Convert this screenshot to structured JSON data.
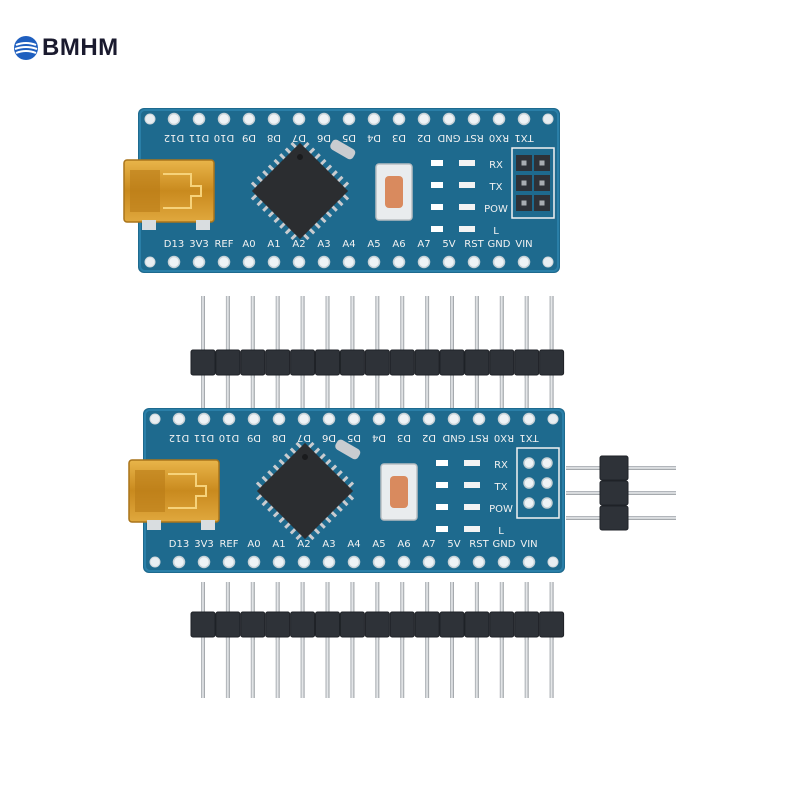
{
  "brand": {
    "name": "BMHM"
  },
  "boards": [
    {
      "name": "board-top",
      "top_pins": [
        "D12",
        "D11",
        "D10",
        "D9",
        "D8",
        "D7",
        "D6",
        "D5",
        "D4",
        "D3",
        "D2",
        "GND",
        "RST",
        "RX0",
        "TX1"
      ],
      "bottom_pins": [
        "D13",
        "3V3",
        "REF",
        "A0",
        "A1",
        "A2",
        "A3",
        "A4",
        "A5",
        "A6",
        "A7",
        "5V",
        "RST",
        "GND",
        "VIN"
      ],
      "leds": [
        "RX",
        "TX",
        "POW",
        "L"
      ],
      "icsp_header": "populated"
    },
    {
      "name": "board-bottom",
      "top_pins": [
        "D12",
        "D11",
        "D10",
        "D9",
        "D8",
        "D7",
        "D6",
        "D5",
        "D4",
        "D3",
        "D2",
        "GND",
        "RST",
        "RX0",
        "TX1"
      ],
      "bottom_pins": [
        "D13",
        "3V3",
        "REF",
        "A0",
        "A1",
        "A2",
        "A3",
        "A4",
        "A5",
        "A6",
        "A7",
        "5V",
        "RST",
        "GND",
        "VIN"
      ],
      "leds": [
        "RX",
        "TX",
        "POW",
        "L"
      ],
      "icsp_header": "empty"
    }
  ],
  "headers": {
    "long_strip_pins": 15,
    "short_strip_pins": 3
  },
  "colors": {
    "pcb": "#1e6a8e",
    "silk": "#f2f2f2",
    "usb": "#d39a2a",
    "chip": "#2b2d30",
    "header_plastic": "#2e3238",
    "pin": "#c9ccd0"
  }
}
